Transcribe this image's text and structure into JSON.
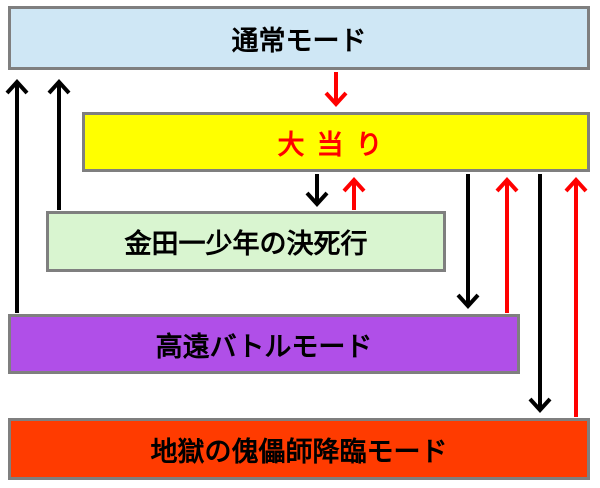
{
  "modes": {
    "normal": "通常モード",
    "big_hit": "大当り",
    "kindaichi": "金田一少年の決死行",
    "takato": "高遠バトルモード",
    "hell": "地獄の傀儡師降臨モード"
  },
  "colors": {
    "normal": "#cfe7f5",
    "big_hit": "#ffff00",
    "big_hit_text": "#ff0000",
    "kindaichi": "#d9f5d0",
    "takato": "#b04fe8",
    "hell": "#ff3b00",
    "arrow_black": "#000000",
    "arrow_red": "#ff0000"
  }
}
